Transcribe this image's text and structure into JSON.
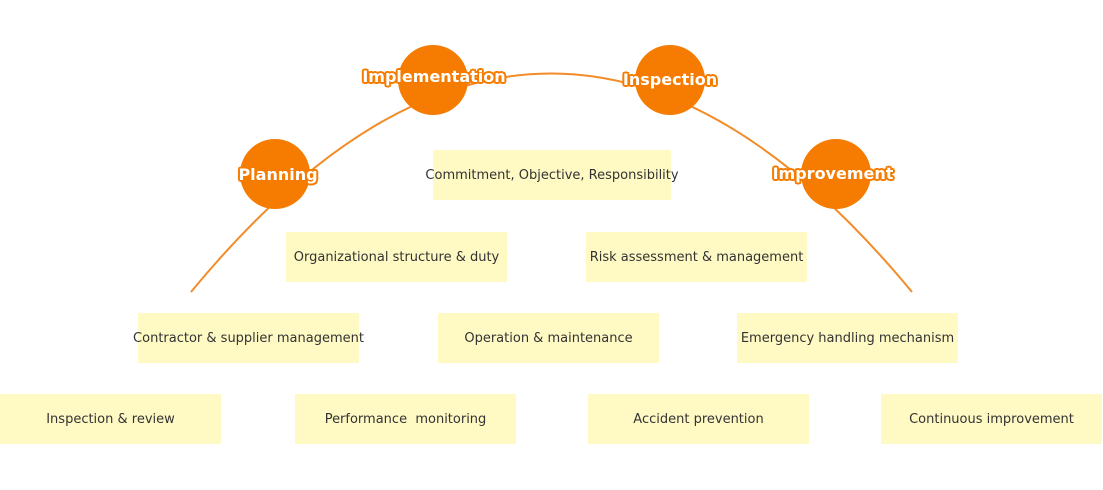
{
  "stages": [
    {
      "label": "Planning"
    },
    {
      "label": "Implementation"
    },
    {
      "label": "Inspection"
    },
    {
      "label": "Improvement"
    }
  ],
  "elements": [
    {
      "label": "Commitment, Objective, Responsibility"
    },
    {
      "label": "Organizational structure & duty"
    },
    {
      "label": "Risk assessment & management"
    },
    {
      "label": "Contractor & supplier management"
    },
    {
      "label": "Operation & maintenance"
    },
    {
      "label": "Emergency handling mechanism"
    },
    {
      "label": "Inspection & review"
    },
    {
      "label": "Performance  monitoring"
    },
    {
      "label": "Accident prevention"
    },
    {
      "label": "Continuous improvement"
    }
  ],
  "colors": {
    "stage": "#F57C00",
    "arc": "#F28C28",
    "element_box": "#FFF9C4",
    "text": "#333333"
  }
}
